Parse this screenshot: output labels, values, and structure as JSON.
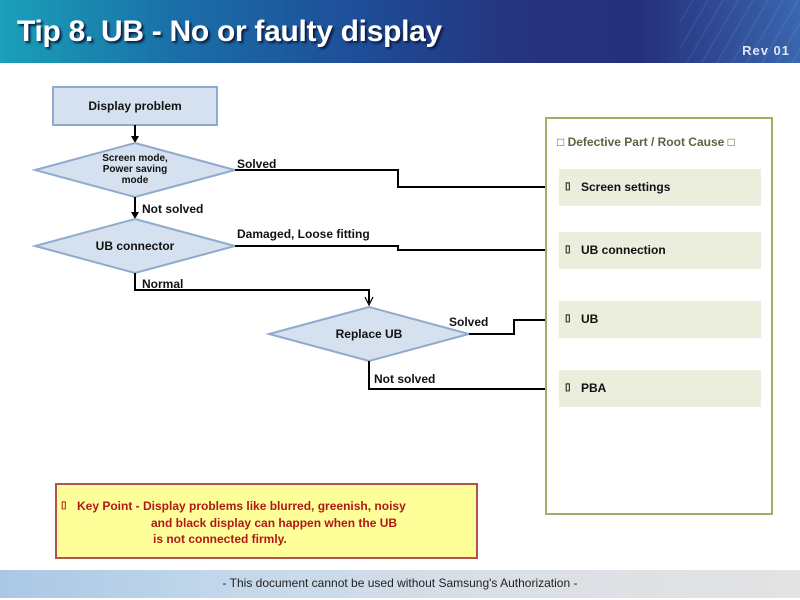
{
  "header": {
    "title": "Tip 8. UB - No or faulty display",
    "revision": "Rev 01"
  },
  "flowchart": {
    "start": "Display problem",
    "decision_1": {
      "lines": [
        "Screen mode,",
        "Power saving",
        "mode"
      ],
      "yes_label": "Solved",
      "no_label": "Not solved"
    },
    "decision_2": {
      "label": "UB connector",
      "fault_label": "Damaged, Loose fitting",
      "ok_label": "Normal"
    },
    "decision_3": {
      "label": "Replace UB",
      "yes_label": "Solved",
      "no_label": "Not solved"
    }
  },
  "root_cause_panel": {
    "title": "□ Defective Part / Root Cause □",
    "bullet_glyph": "▯",
    "items": [
      "Screen settings",
      "UB connection",
      "UB",
      "PBA"
    ]
  },
  "key_point": {
    "bullet_glyph": "▯",
    "line1": "Key Point - Display problems like blurred, greenish, noisy",
    "line2": "and black display can happen when the UB",
    "line3": "is not connected firmly."
  },
  "footer": {
    "text": "- This document cannot be used without Samsung's Authorization -"
  },
  "colors": {
    "node_fill": "#d6e1ef",
    "node_stroke": "#8faacc",
    "panel_border": "#9db068",
    "cause_fill": "#ebeedd",
    "key_fill": "#ffff99",
    "key_text": "#b01818"
  }
}
